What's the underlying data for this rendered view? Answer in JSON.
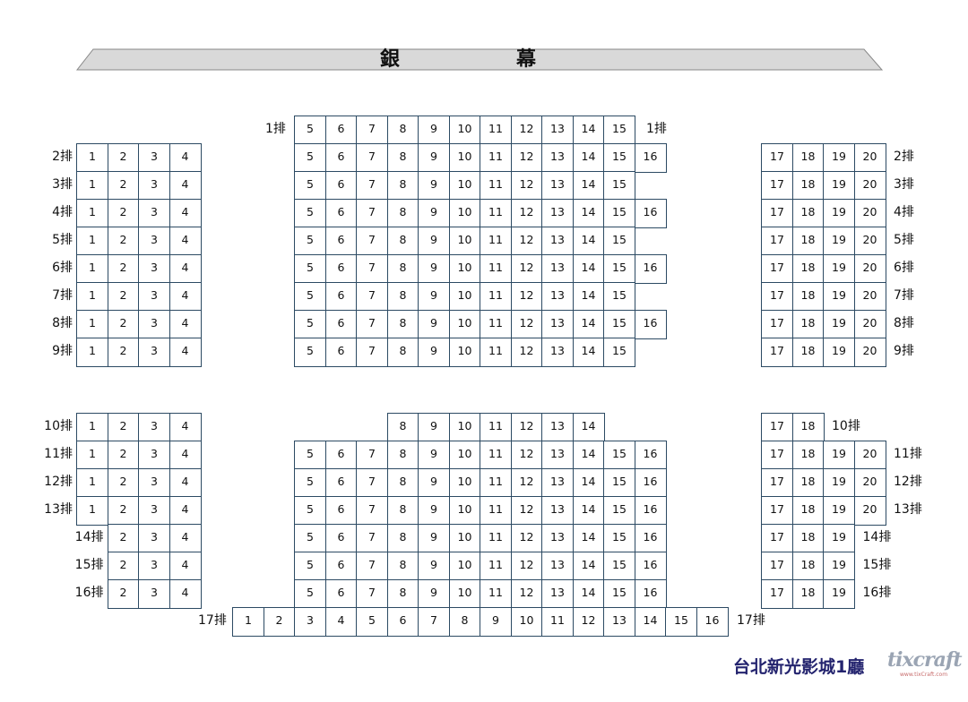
{
  "screen": {
    "char1": "銀",
    "char2": "幕"
  },
  "theater_name": "台北新光影城1廳",
  "logo": {
    "text": "tix",
    "brand": "craft",
    "url": "www.tixCraft.com"
  },
  "colors": {
    "seat_border": "#2c4a63",
    "screen_fill": "#d9d9d9",
    "title": "#23236e"
  },
  "row_suffix": "排",
  "rows": [
    {
      "row": 1,
      "seats": [
        5,
        6,
        7,
        8,
        9,
        10,
        11,
        12,
        13,
        14,
        15
      ]
    },
    {
      "row": 2,
      "seats": [
        1,
        2,
        3,
        4,
        5,
        6,
        7,
        8,
        9,
        10,
        11,
        12,
        13,
        14,
        15,
        16,
        17,
        18,
        19,
        20
      ]
    },
    {
      "row": 3,
      "seats": [
        1,
        2,
        3,
        4,
        5,
        6,
        7,
        8,
        9,
        10,
        11,
        12,
        13,
        14,
        15,
        17,
        18,
        19,
        20
      ]
    },
    {
      "row": 4,
      "seats": [
        1,
        2,
        3,
        4,
        5,
        6,
        7,
        8,
        9,
        10,
        11,
        12,
        13,
        14,
        15,
        16,
        17,
        18,
        19,
        20
      ]
    },
    {
      "row": 5,
      "seats": [
        1,
        2,
        3,
        4,
        5,
        6,
        7,
        8,
        9,
        10,
        11,
        12,
        13,
        14,
        15,
        17,
        18,
        19,
        20
      ]
    },
    {
      "row": 6,
      "seats": [
        1,
        2,
        3,
        4,
        5,
        6,
        7,
        8,
        9,
        10,
        11,
        12,
        13,
        14,
        15,
        16,
        17,
        18,
        19,
        20
      ]
    },
    {
      "row": 7,
      "seats": [
        1,
        2,
        3,
        4,
        5,
        6,
        7,
        8,
        9,
        10,
        11,
        12,
        13,
        14,
        15,
        17,
        18,
        19,
        20
      ]
    },
    {
      "row": 8,
      "seats": [
        1,
        2,
        3,
        4,
        5,
        6,
        7,
        8,
        9,
        10,
        11,
        12,
        13,
        14,
        15,
        16,
        17,
        18,
        19,
        20
      ]
    },
    {
      "row": 9,
      "seats": [
        1,
        2,
        3,
        4,
        5,
        6,
        7,
        8,
        9,
        10,
        11,
        12,
        13,
        14,
        15,
        17,
        18,
        19,
        20
      ]
    },
    {
      "row": 10,
      "seats": [
        1,
        2,
        3,
        4,
        8,
        9,
        10,
        11,
        12,
        13,
        14,
        17,
        18
      ]
    },
    {
      "row": 11,
      "seats": [
        1,
        2,
        3,
        4,
        5,
        6,
        7,
        8,
        9,
        10,
        11,
        12,
        13,
        14,
        15,
        16,
        17,
        18,
        19,
        20
      ]
    },
    {
      "row": 12,
      "seats": [
        1,
        2,
        3,
        4,
        5,
        6,
        7,
        8,
        9,
        10,
        11,
        12,
        13,
        14,
        15,
        16,
        17,
        18,
        19,
        20
      ]
    },
    {
      "row": 13,
      "seats": [
        1,
        2,
        3,
        4,
        5,
        6,
        7,
        8,
        9,
        10,
        11,
        12,
        13,
        14,
        15,
        16,
        17,
        18,
        19,
        20
      ]
    },
    {
      "row": 14,
      "seats": [
        2,
        3,
        4,
        5,
        6,
        7,
        8,
        9,
        10,
        11,
        12,
        13,
        14,
        15,
        16,
        17,
        18,
        19
      ]
    },
    {
      "row": 15,
      "seats": [
        2,
        3,
        4,
        5,
        6,
        7,
        8,
        9,
        10,
        11,
        12,
        13,
        14,
        15,
        16,
        17,
        18,
        19
      ]
    },
    {
      "row": 16,
      "seats": [
        2,
        3,
        4,
        5,
        6,
        7,
        8,
        9,
        10,
        11,
        12,
        13,
        14,
        15,
        16,
        17,
        18,
        19
      ]
    },
    {
      "row": 17,
      "seats": [
        1,
        2,
        3,
        4,
        5,
        6,
        7,
        8,
        9,
        10,
        11,
        12,
        13,
        14,
        15,
        16
      ]
    }
  ]
}
